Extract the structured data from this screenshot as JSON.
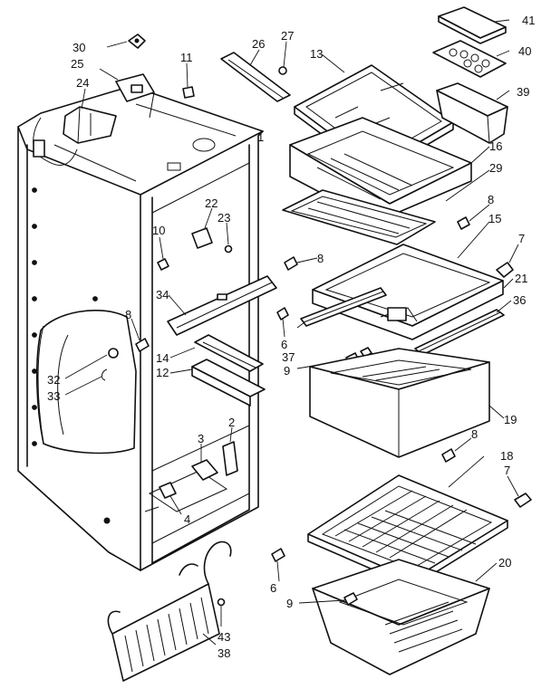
{
  "diagram": {
    "callouts": [
      {
        "id": "lbl-1",
        "text": "1"
      },
      {
        "id": "lbl-2",
        "text": "2"
      },
      {
        "id": "lbl-3",
        "text": "3"
      },
      {
        "id": "lbl-4",
        "text": "4"
      },
      {
        "id": "lbl-6a",
        "text": "6"
      },
      {
        "id": "lbl-6b",
        "text": "6"
      },
      {
        "id": "lbl-7a",
        "text": "7"
      },
      {
        "id": "lbl-7b",
        "text": "7"
      },
      {
        "id": "lbl-8a",
        "text": "8"
      },
      {
        "id": "lbl-8b",
        "text": "8"
      },
      {
        "id": "lbl-8c",
        "text": "8"
      },
      {
        "id": "lbl-8d",
        "text": "8"
      },
      {
        "id": "lbl-9a",
        "text": "9"
      },
      {
        "id": "lbl-9b",
        "text": "9"
      },
      {
        "id": "lbl-10",
        "text": "10"
      },
      {
        "id": "lbl-11",
        "text": "11"
      },
      {
        "id": "lbl-12",
        "text": "12"
      },
      {
        "id": "lbl-13",
        "text": "13"
      },
      {
        "id": "lbl-14",
        "text": "14"
      },
      {
        "id": "lbl-15",
        "text": "15"
      },
      {
        "id": "lbl-16",
        "text": "16"
      },
      {
        "id": "lbl-18",
        "text": "18"
      },
      {
        "id": "lbl-19",
        "text": "19"
      },
      {
        "id": "lbl-20",
        "text": "20"
      },
      {
        "id": "lbl-21",
        "text": "21"
      },
      {
        "id": "lbl-22",
        "text": "22"
      },
      {
        "id": "lbl-23",
        "text": "23"
      },
      {
        "id": "lbl-24",
        "text": "24"
      },
      {
        "id": "lbl-25",
        "text": "25"
      },
      {
        "id": "lbl-26",
        "text": "26"
      },
      {
        "id": "lbl-27",
        "text": "27"
      },
      {
        "id": "lbl-29",
        "text": "29"
      },
      {
        "id": "lbl-30",
        "text": "30"
      },
      {
        "id": "lbl-32",
        "text": "32"
      },
      {
        "id": "lbl-33",
        "text": "33"
      },
      {
        "id": "lbl-34",
        "text": "34"
      },
      {
        "id": "lbl-36",
        "text": "36"
      },
      {
        "id": "lbl-37",
        "text": "37"
      },
      {
        "id": "lbl-38",
        "text": "38"
      },
      {
        "id": "lbl-39",
        "text": "39"
      },
      {
        "id": "lbl-40",
        "text": "40"
      },
      {
        "id": "lbl-41",
        "text": "41"
      },
      {
        "id": "lbl-43",
        "text": "43"
      }
    ]
  }
}
